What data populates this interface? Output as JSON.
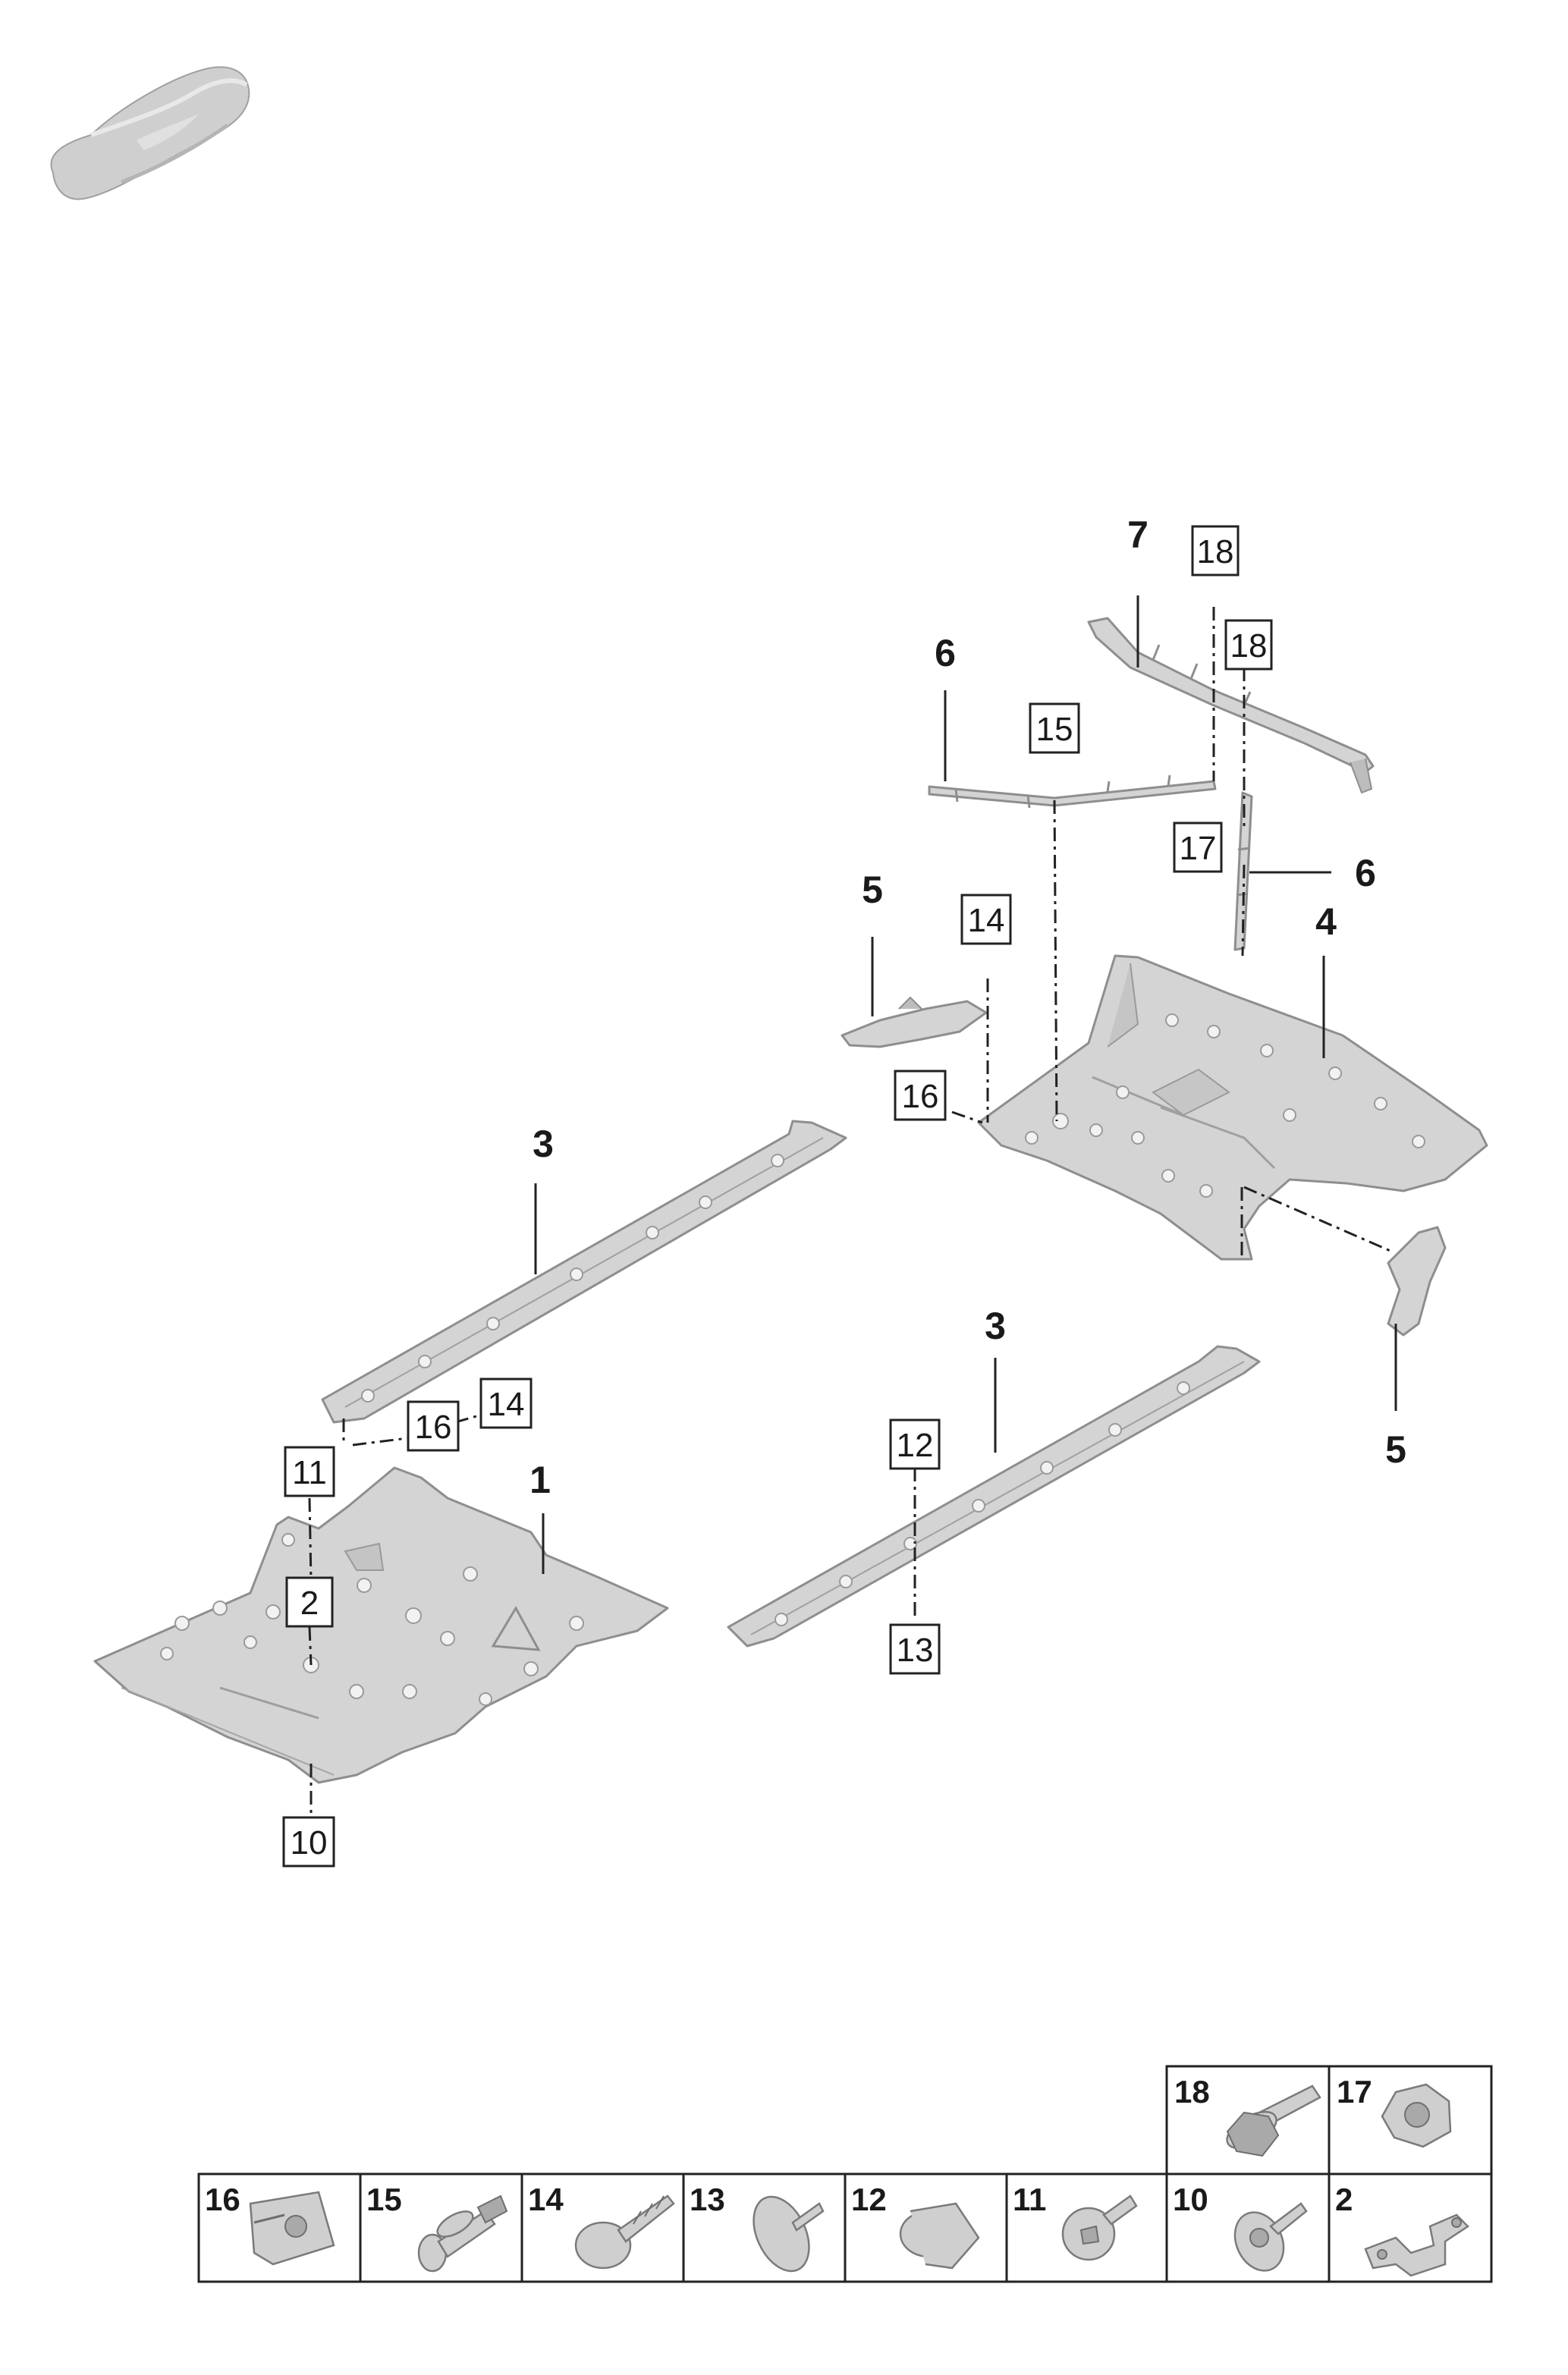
{
  "callouts": {
    "c1": "1",
    "c3a": "3",
    "c3b": "3",
    "c4": "4",
    "c5a": "5",
    "c5b": "5",
    "c6a": "6",
    "c6b": "6",
    "c7": "7"
  },
  "boxes": {
    "b18a": "18",
    "b18b": "18",
    "b15": "15",
    "b17": "17",
    "b14a": "14",
    "b16a": "16",
    "b14b": "14",
    "b16b": "16",
    "b11": "11",
    "b2": "2",
    "b12": "12",
    "b13": "13",
    "b10": "10"
  },
  "fastener_table": {
    "top_row": [
      "18",
      "17"
    ],
    "bottom_row": [
      "16",
      "15",
      "14",
      "13",
      "12",
      "11",
      "10",
      "2"
    ]
  }
}
